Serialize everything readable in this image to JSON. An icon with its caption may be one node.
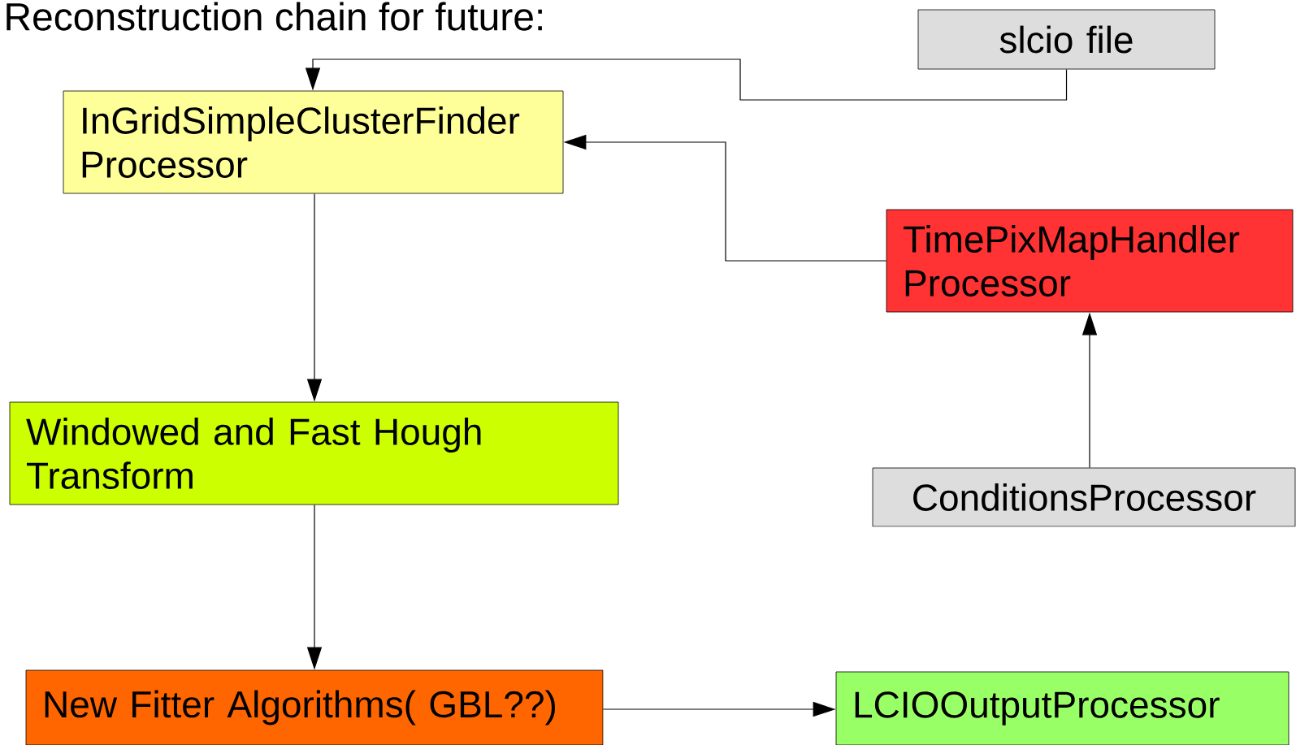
{
  "diagram": {
    "title": "Reconstruction chain for future:",
    "nodes": [
      {
        "text": [
          "slcio file"
        ]
      },
      {
        "text": [
          "InGridSimpleClusterFinder Processor"
        ]
      },
      {
        "text": [
          "TimePixMapHandler Processor"
        ]
      },
      {
        "text": [
          "Windowed and Fast Hough Transform"
        ]
      },
      {
        "text": [
          "ConditionsProcessor"
        ]
      },
      {
        "text": [
          "New Fitter Algorithms( GBL??)"
        ]
      },
      {
        "text": [
          "LCIOOutputProcessor"
        ]
      }
    ],
    "edges": [
      {
        "from": 0,
        "to": 1,
        "arrow": "to"
      },
      {
        "from": 2,
        "to": 1,
        "arrow": "to"
      },
      {
        "from": 4,
        "to": 2,
        "arrow": "to"
      },
      {
        "from": 1,
        "to": 3,
        "arrow": "to"
      },
      {
        "from": 3,
        "to": 5,
        "arrow": "to"
      },
      {
        "from": 5,
        "to": 6,
        "arrow": "to"
      }
    ]
  }
}
